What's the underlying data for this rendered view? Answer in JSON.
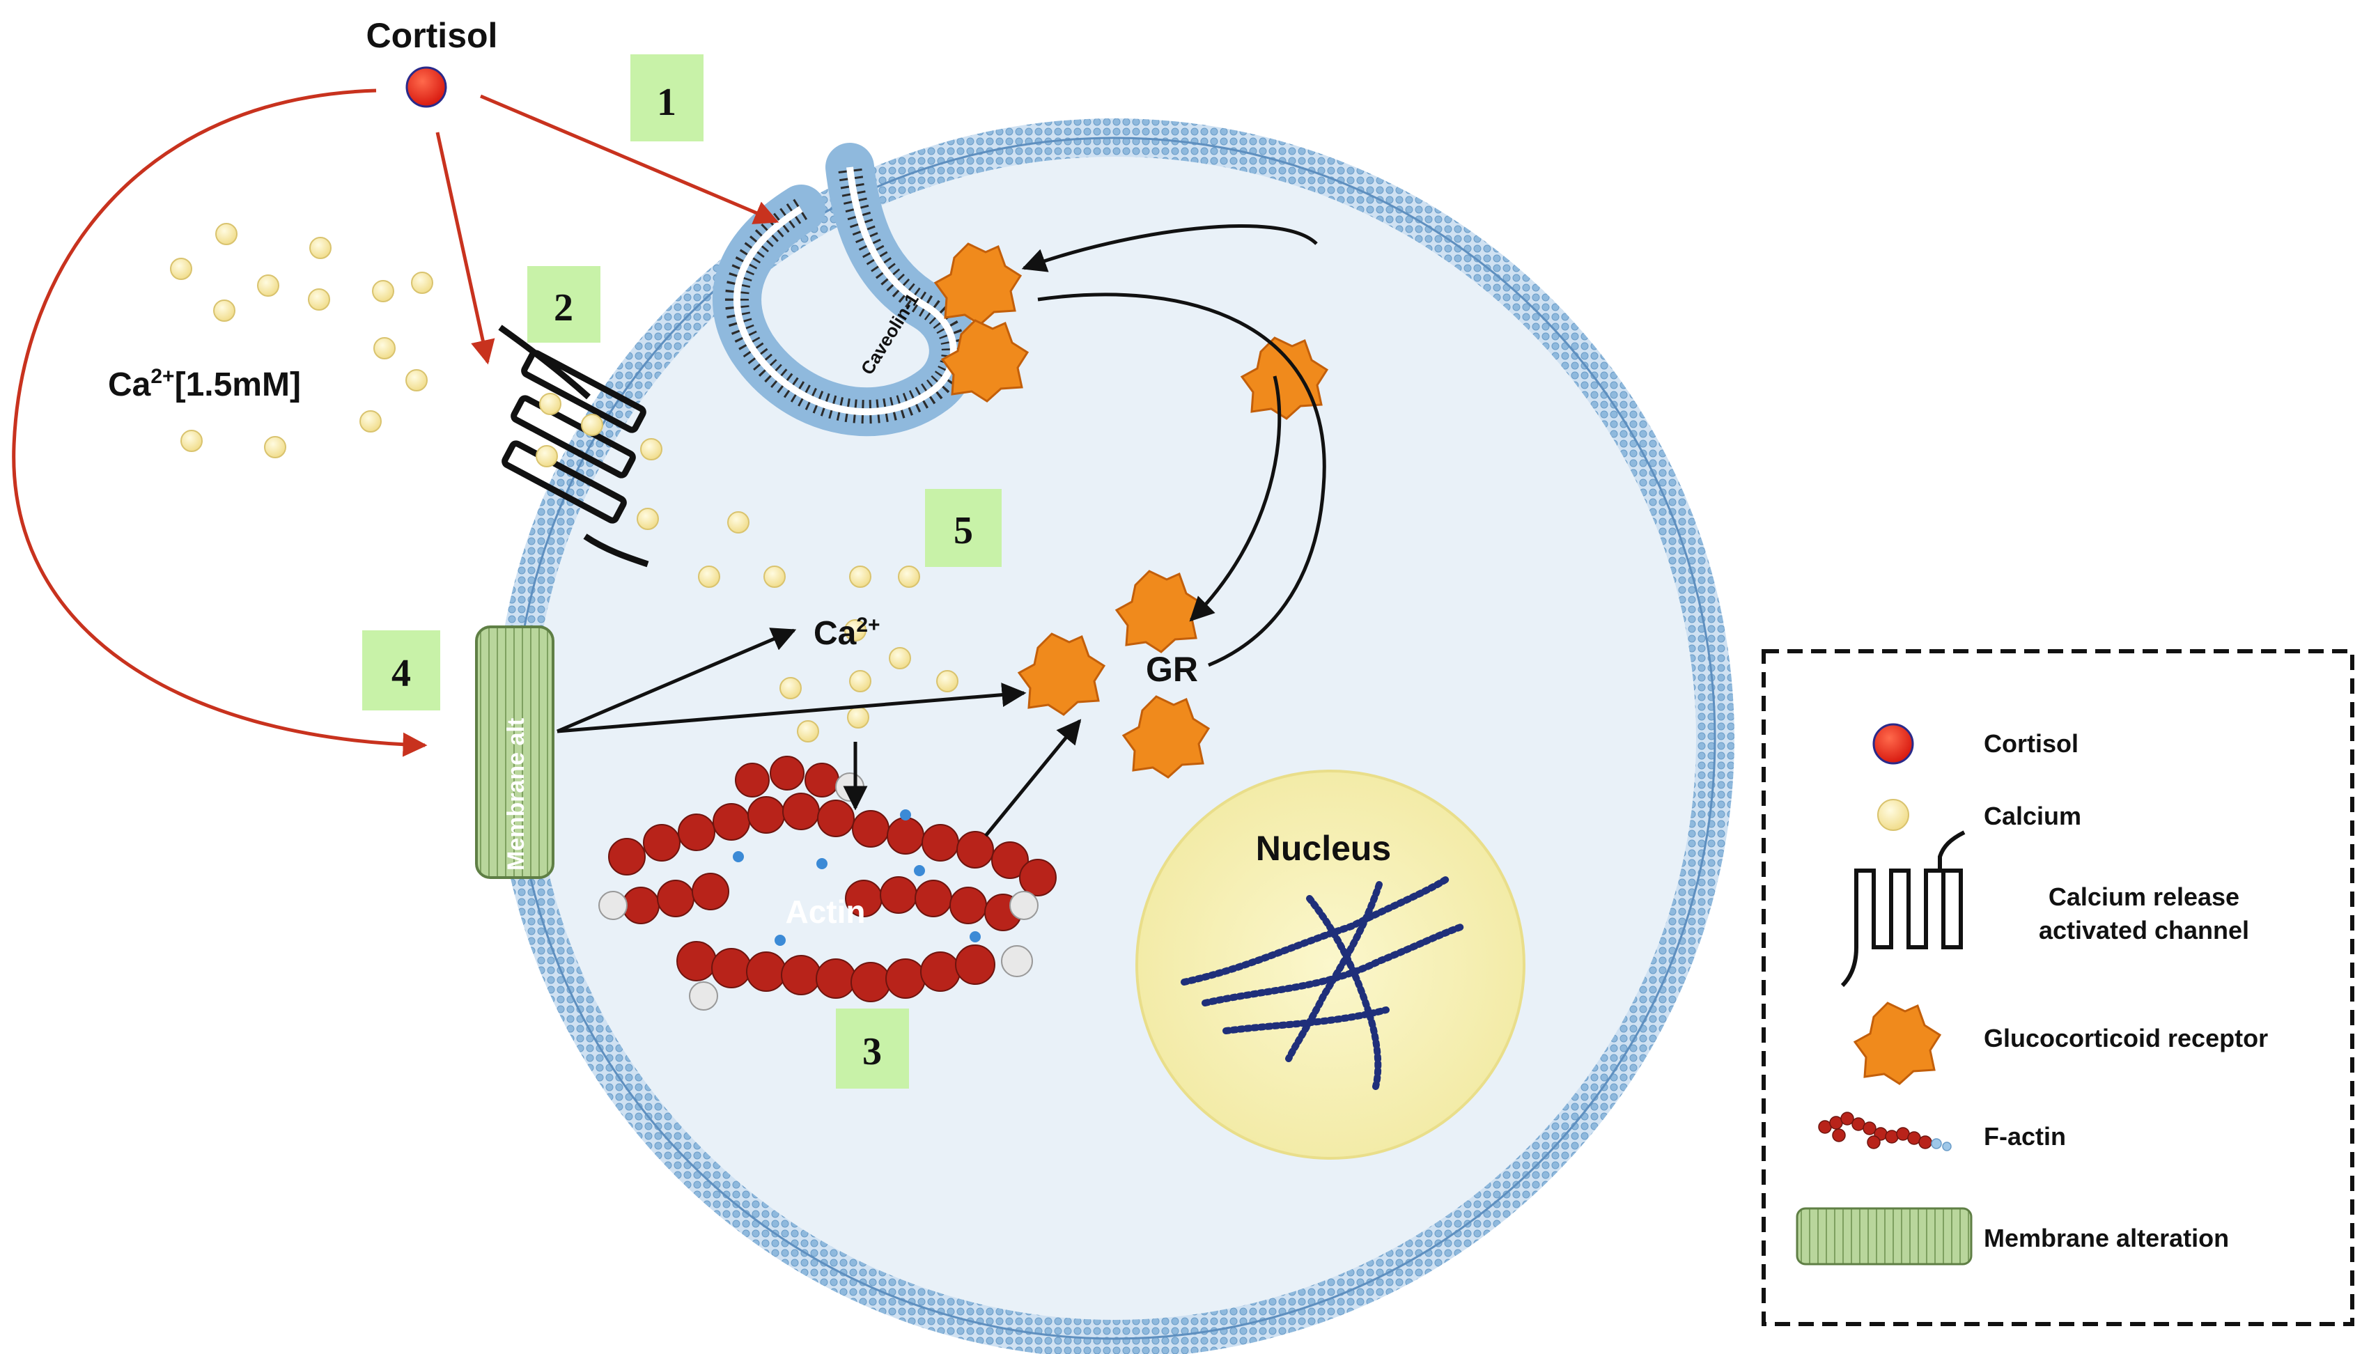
{
  "labels": {
    "cortisol": "Cortisol",
    "calcium_outside_base": "Ca",
    "calcium_outside_sup": "2+",
    "calcium_outside_conc": "[1.5mM]",
    "calcium_inside_base": "Ca",
    "calcium_inside_sup": "2+",
    "caveolin": "Caveolin-1",
    "gr": "GR",
    "actin": "Actin",
    "membrane": "Membrane alt",
    "nucleus": "Nucleus"
  },
  "steps": [
    "1",
    "2",
    "3",
    "4",
    "5"
  ],
  "legend": {
    "items": [
      {
        "icon": "cortisol-icon",
        "label": "Cortisol"
      },
      {
        "icon": "calcium-icon",
        "label": "Calcium"
      },
      {
        "icon": "calcium-channel-icon",
        "label_line1": "Calcium release",
        "label_line2": "activated channel"
      },
      {
        "icon": "glucocorticoid-receptor-icon",
        "label": "Glucocorticoid receptor"
      },
      {
        "icon": "f-actin-icon",
        "label": "F-actin"
      },
      {
        "icon": "membrane-alteration-icon",
        "label": "Membrane alteration"
      }
    ]
  },
  "colors": {
    "cortisol": "#e8251a",
    "calcium": "#f7eaa8",
    "step_box": "#c8f2a8",
    "red_arrow": "#c8321e",
    "membrane": "#8fb9dd",
    "cell_interior": "#e9f1f8",
    "nucleus": "#f5f0b8",
    "receptor": "#f08a1c",
    "actin": "#b8231a",
    "membrane_alteration": "#a8c88a"
  }
}
